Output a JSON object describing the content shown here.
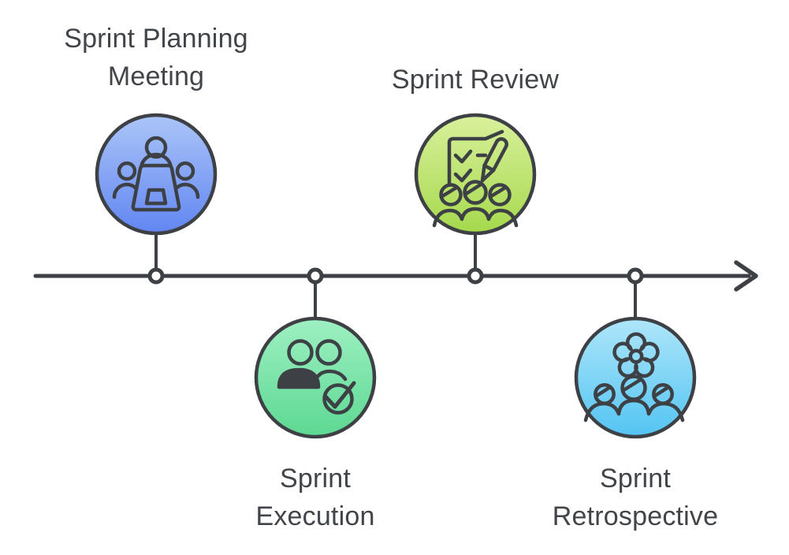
{
  "diagram": {
    "type": "timeline",
    "background_color": "#ffffff",
    "stroke_color": "#3d4044",
    "label_color": "#414549",
    "axis": {
      "direction": "right",
      "arrow": "chevron-right",
      "node_fill": "#ffffff"
    },
    "phases": [
      {
        "id": "planning",
        "label": "Sprint Planning Meeting",
        "icon": "meeting-icon",
        "side": "above",
        "gradient_top": "#abc5f8",
        "gradient_bottom": "#6185f1"
      },
      {
        "id": "execution",
        "label": "Sprint Execution",
        "icon": "team-check-icon",
        "side": "below",
        "gradient_top": "#9ef0c2",
        "gradient_bottom": "#5cd892"
      },
      {
        "id": "review",
        "label": "Sprint Review",
        "icon": "document-review-icon",
        "side": "above",
        "gradient_top": "#d9f09c",
        "gradient_bottom": "#a5d94c"
      },
      {
        "id": "retrospective",
        "label": "Sprint Retrospective",
        "icon": "gear-team-icon",
        "side": "below",
        "gradient_top": "#aee6fa",
        "gradient_bottom": "#53c4f2"
      }
    ]
  }
}
